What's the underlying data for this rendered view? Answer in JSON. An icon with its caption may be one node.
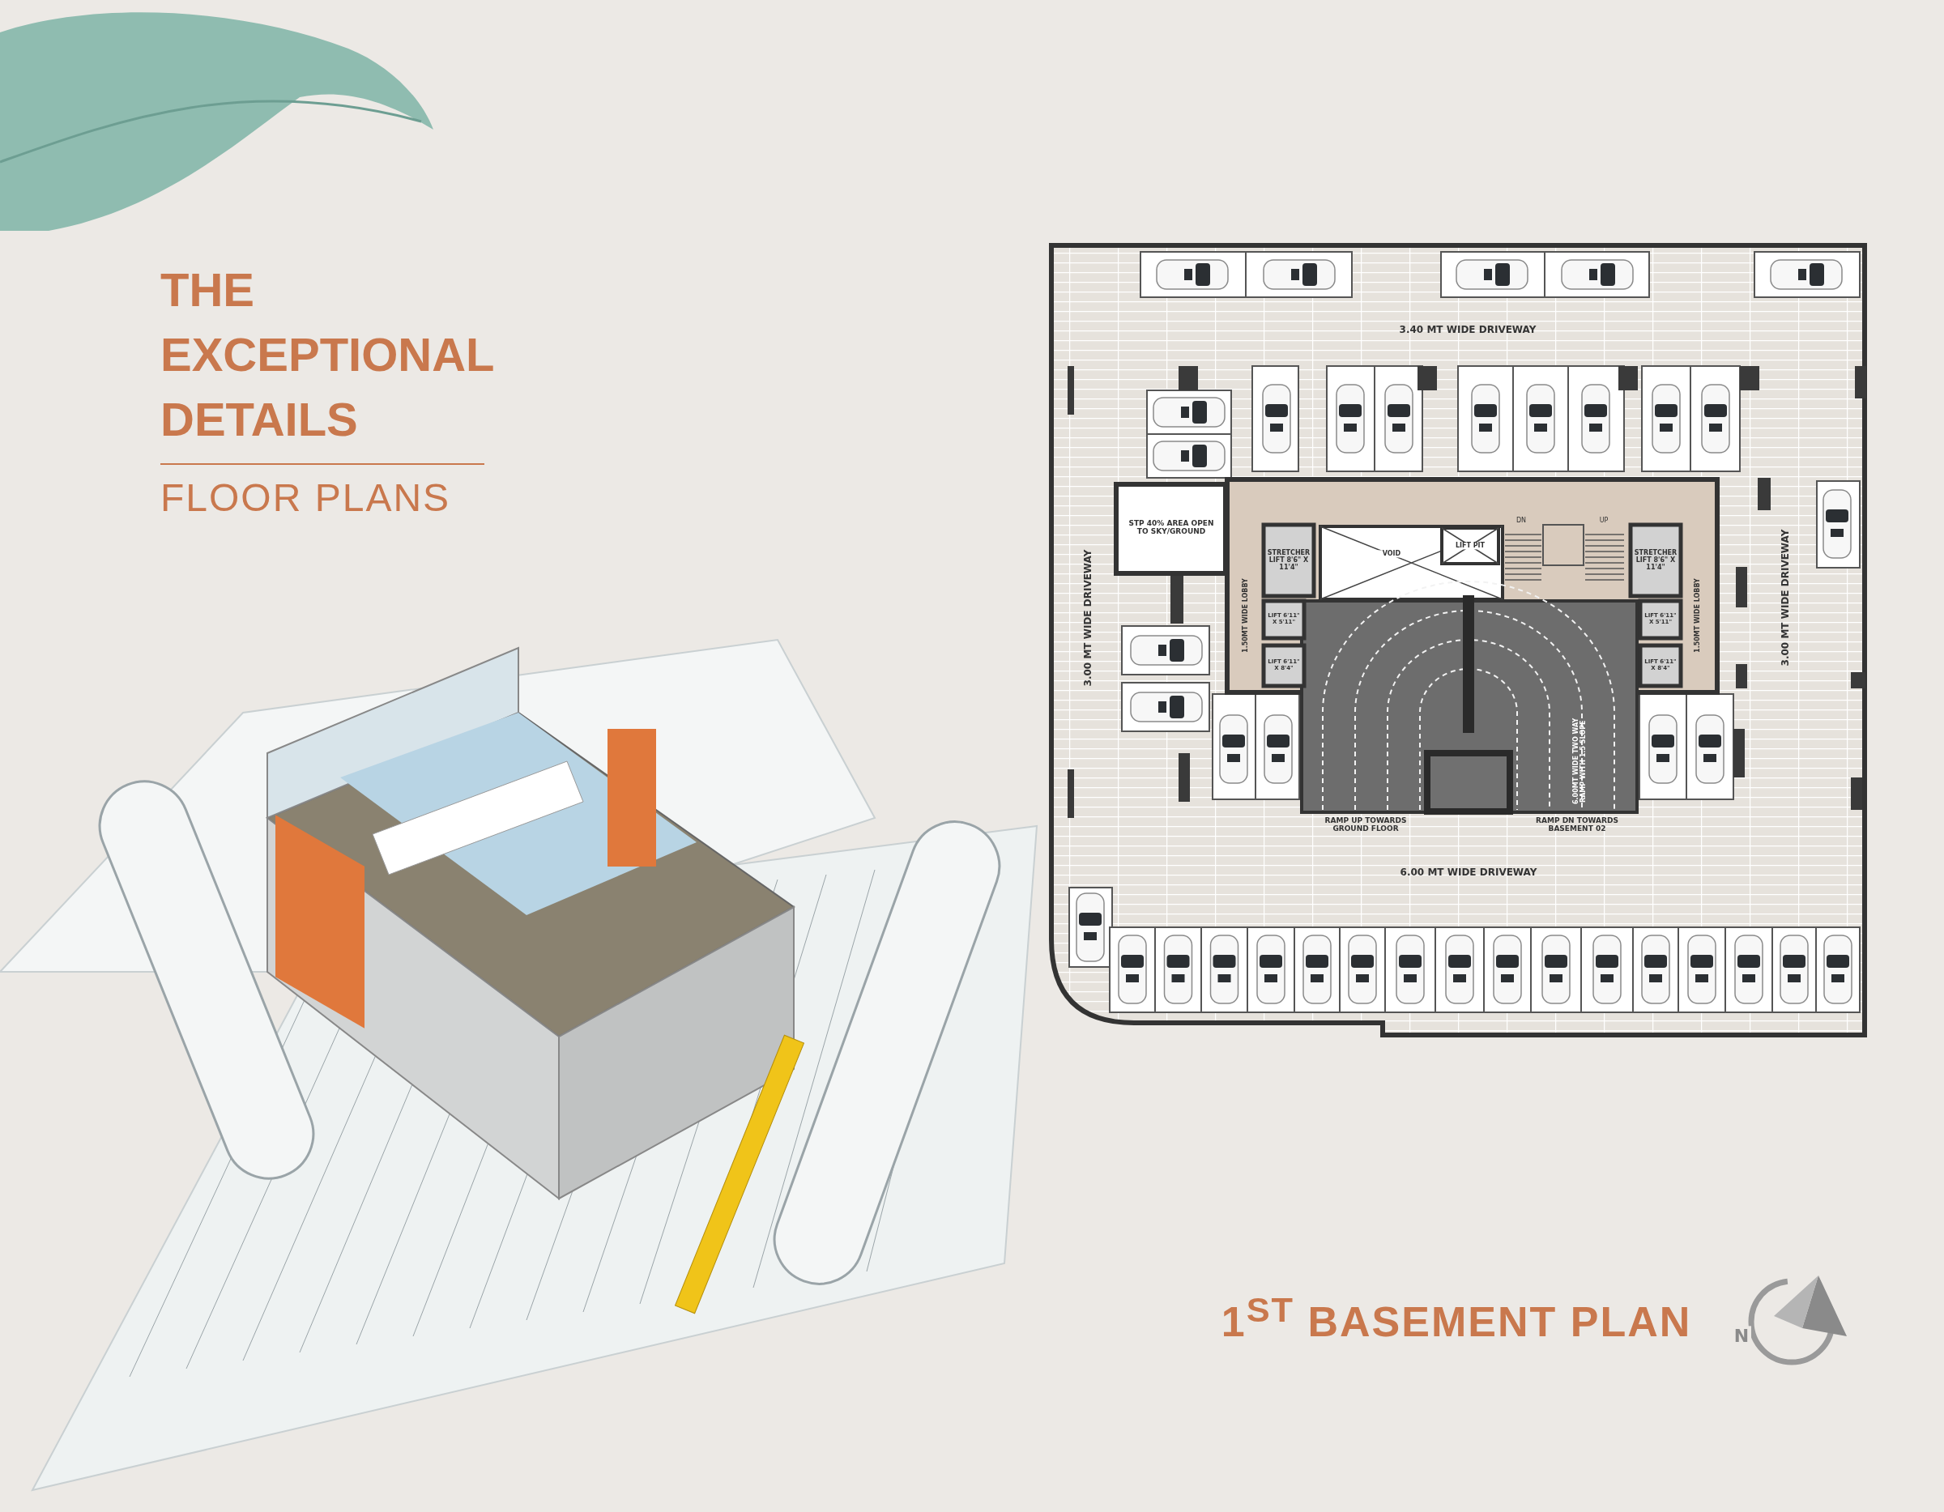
{
  "diagram": {
    "title": "THE EXCEPTIONAL DETAILS",
    "labels": [
      "FLOOR PLANS",
      "3.40 MT WIDE DRIVEWAY",
      "STP 40% AREA OPEN TO SKY/GROUND",
      "DN",
      "UP",
      "STRETCHER LIFT 8'6\" X 11'4\"",
      "VOID",
      "LIFT PIT",
      "STRETCHER LIFT 8'6\" X 11'4\"",
      "3.00 MT WIDE DRIVEWAY",
      "1.50MT WIDE LOBBY",
      "LIFT 6'11\" X 5'11\"",
      "LIFT 6'11\" X 5'11\"",
      "1.50MT WIDE LOBBY",
      "3.00 MT WIDE DRIVEWAY",
      "LIFT 6'11\" X 8'4\"",
      "LIFT 6'11\" X 8'4\"",
      "6.00MT WIDE TWO WAY RAMP WITH 1:5 SLOPE",
      "RAMP UP TOWARDS GROUND FLOOR",
      "RAMP DN TOWARDS BASEMENT 02",
      "6.00 MT WIDE DRIVEWAY",
      "1$^{ST}$ BASEMENT PLAN",
      "N"
    ]
  }
}
